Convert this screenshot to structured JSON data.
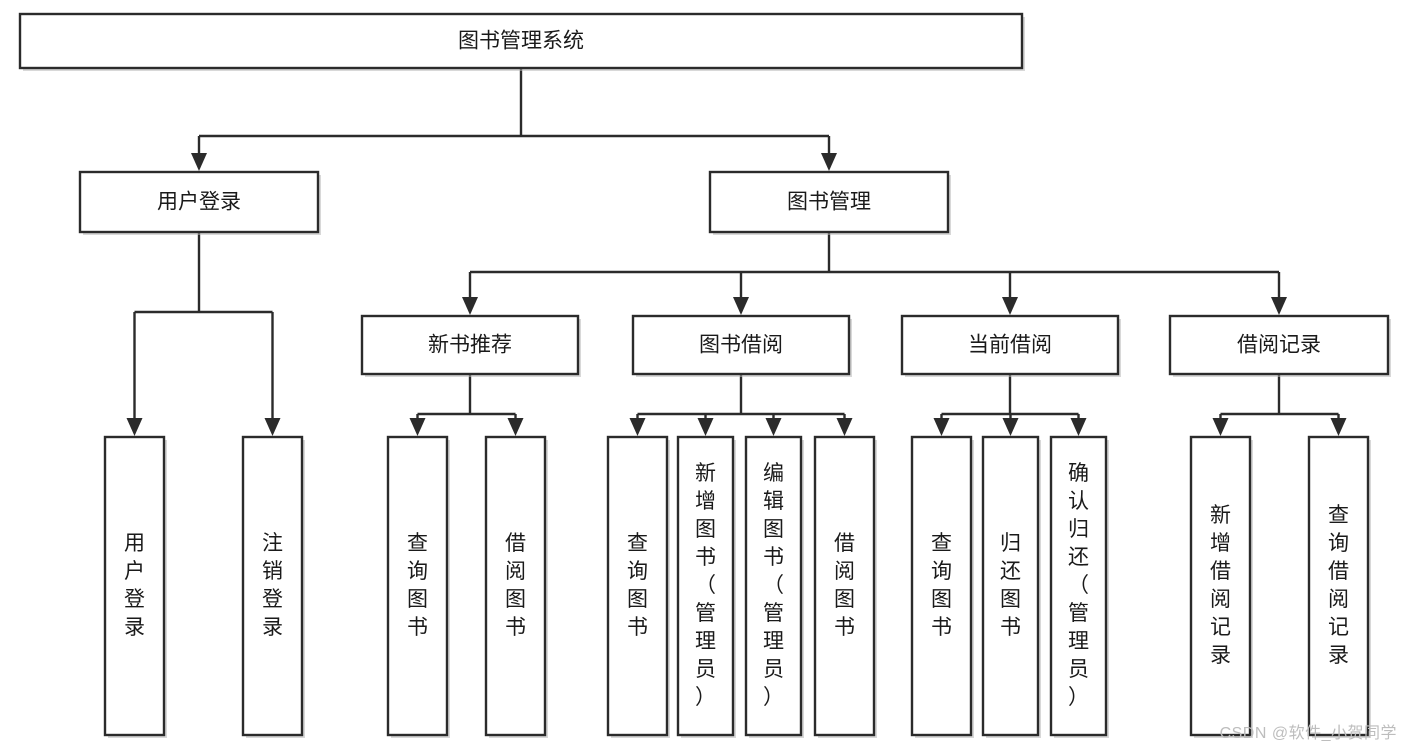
{
  "diagram": {
    "title": "图书管理系统",
    "type": "hierarchy-tree",
    "watermark": "CSDN @软件_小贺同学",
    "style": {
      "box_fill": "#ffffff",
      "box_stroke": "#2b2b2b",
      "text_color": "#1a1a1a",
      "connector_color": "#2b2b2b",
      "background": "#ffffff",
      "watermark_color": "#bdbdbd"
    },
    "levels": [
      {
        "level": 1,
        "nodes": [
          {
            "id": "root",
            "label": "图书管理系统",
            "orientation": "horizontal"
          }
        ]
      },
      {
        "level": 2,
        "nodes": [
          {
            "id": "login",
            "label": "用户登录",
            "parent": "root",
            "orientation": "horizontal"
          },
          {
            "id": "bookmgmt",
            "label": "图书管理",
            "parent": "root",
            "orientation": "horizontal"
          }
        ]
      },
      {
        "level": 3,
        "nodes": [
          {
            "id": "newbook",
            "label": "新书推荐",
            "parent": "bookmgmt",
            "orientation": "horizontal"
          },
          {
            "id": "borrow",
            "label": "图书借阅",
            "parent": "bookmgmt",
            "orientation": "horizontal"
          },
          {
            "id": "current",
            "label": "当前借阅",
            "parent": "bookmgmt",
            "orientation": "horizontal"
          },
          {
            "id": "record",
            "label": "借阅记录",
            "parent": "bookmgmt",
            "orientation": "horizontal"
          }
        ]
      },
      {
        "level": 4,
        "nodes": [
          {
            "id": "leaf1",
            "label": "用户登录",
            "parent": "login",
            "orientation": "vertical"
          },
          {
            "id": "leaf2",
            "label": "注销登录",
            "parent": "login",
            "orientation": "vertical"
          },
          {
            "id": "leaf3",
            "label": "查询图书",
            "parent": "newbook",
            "orientation": "vertical"
          },
          {
            "id": "leaf4",
            "label": "借阅图书",
            "parent": "newbook",
            "orientation": "vertical"
          },
          {
            "id": "leaf5",
            "label": "查询图书",
            "parent": "borrow",
            "orientation": "vertical"
          },
          {
            "id": "leaf6",
            "label": "新增图书（管理员）",
            "parent": "borrow",
            "orientation": "vertical"
          },
          {
            "id": "leaf7",
            "label": "编辑图书（管理员）",
            "parent": "borrow",
            "orientation": "vertical"
          },
          {
            "id": "leaf8",
            "label": "借阅图书",
            "parent": "borrow",
            "orientation": "vertical"
          },
          {
            "id": "leaf9",
            "label": "查询图书",
            "parent": "current",
            "orientation": "vertical"
          },
          {
            "id": "leaf10",
            "label": "归还图书",
            "parent": "current",
            "orientation": "vertical"
          },
          {
            "id": "leaf11",
            "label": "确认归还（管理员）",
            "parent": "current",
            "orientation": "vertical"
          },
          {
            "id": "leaf12",
            "label": "新增借阅记录",
            "parent": "record",
            "orientation": "vertical"
          },
          {
            "id": "leaf13",
            "label": "查询借阅记录",
            "parent": "record",
            "orientation": "vertical"
          }
        ]
      }
    ]
  }
}
